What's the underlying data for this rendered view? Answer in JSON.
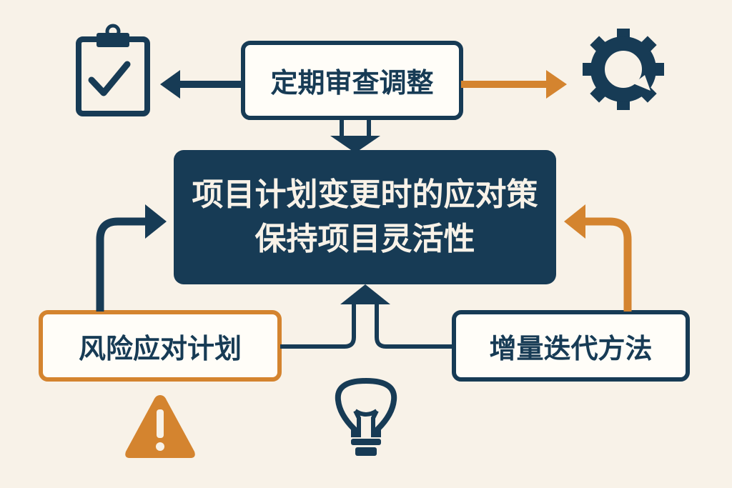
{
  "colors": {
    "background": "#f8f2e8",
    "navy": "#173b55",
    "orange": "#d4842f"
  },
  "center": {
    "line1": "项目计划变更时的应对策",
    "line2": "保持项目灵活性"
  },
  "nodes": {
    "top": "定期审查调整",
    "left": "风险应对计划",
    "right": "增量迭代方法"
  },
  "icons": [
    "clipboard-check-icon",
    "gear-refresh-icon",
    "warning-icon",
    "lightbulb-icon"
  ]
}
